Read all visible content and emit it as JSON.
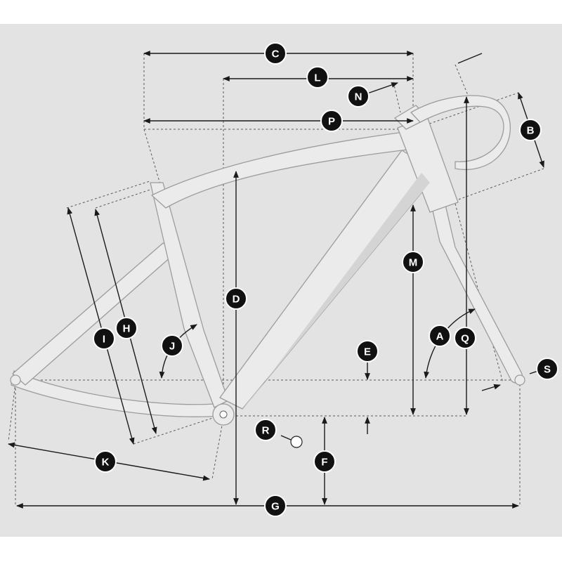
{
  "colors": {
    "panel_background": "#e3e3e3",
    "frame": "#ebebeb",
    "badge": "#111111",
    "badge_text": "#ffffff"
  },
  "markers": {
    "A": "A",
    "B": "B",
    "C": "C",
    "D": "D",
    "E": "E",
    "F": "F",
    "G": "G",
    "H": "H",
    "I": "I",
    "J": "J",
    "K": "K",
    "L": "L",
    "M": "M",
    "N": "N",
    "P": "P",
    "Q": "Q",
    "R": "R",
    "S": "S"
  }
}
